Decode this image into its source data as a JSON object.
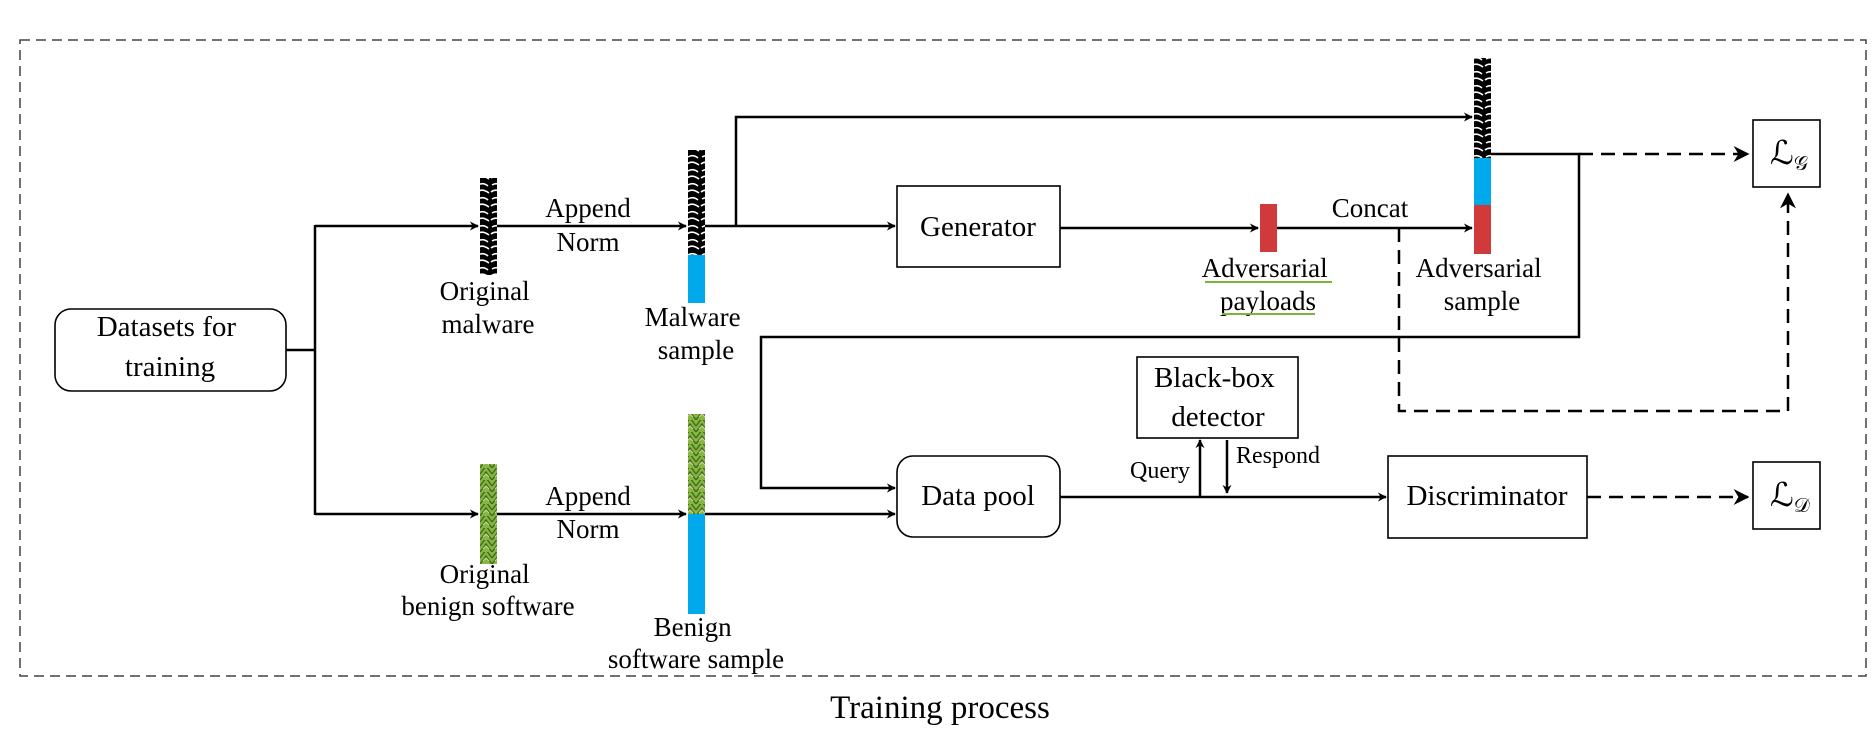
{
  "caption": "Training process",
  "nodes": {
    "datasets": "Datasets for training",
    "generator": "Generator",
    "blackbox": "Black-box detector",
    "datapool": "Data pool",
    "discriminator": "Discriminator",
    "loss_g": "ℒ",
    "loss_g_sub": "𝒢",
    "loss_d": "ℒ",
    "loss_d_sub": "𝒟"
  },
  "labels": {
    "append_top": "Append",
    "norm_top": "Norm",
    "append_bottom": "Append",
    "norm_bottom": "Norm",
    "concat": "Concat",
    "query": "Query",
    "respond": "Respond",
    "original_malware": "Original malware",
    "malware_sample": "Malware sample",
    "adversarial_payloads": "Adversarial payloads",
    "adversarial_sample": "Adversarial sample",
    "original_benign": "Original benign software",
    "benign_sample": "Benign software sample"
  },
  "colors": {
    "blue": "#00a9ec",
    "red": "#d03a3a",
    "green": "#7fb13a",
    "underline_green": "#7ab53a"
  }
}
